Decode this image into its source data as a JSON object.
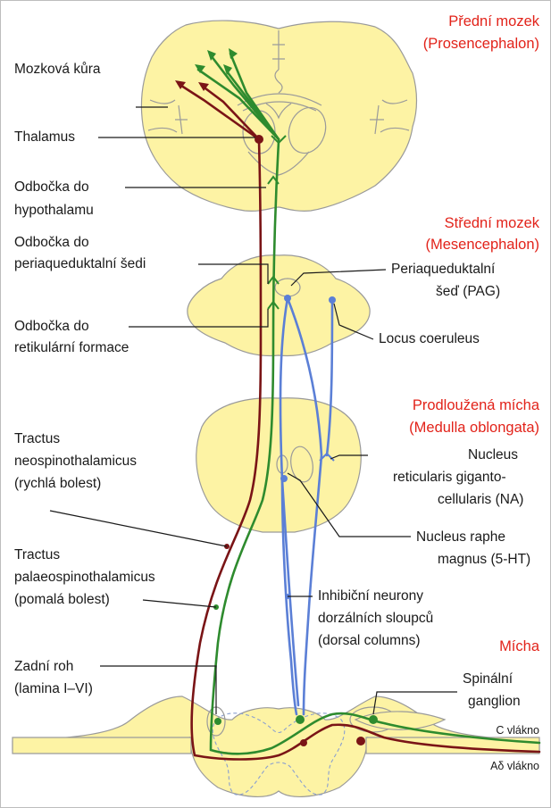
{
  "colors": {
    "tissue": "#fdf3a4",
    "outline": "#9a9a9a",
    "region_heading": "#e2231a",
    "fast_pain_fiber": "#7a1416",
    "slow_pain_fiber": "#2e8b2e",
    "inhibitory_fiber": "#5b7fd6"
  },
  "regions": {
    "forebrain": {
      "line1": "Přední mozek",
      "line2": "(Prosencephalon)"
    },
    "midbrain": {
      "line1": "Střední mozek",
      "line2": "(Mesencephalon)"
    },
    "medulla": {
      "line1": "Prodloužená mícha",
      "line2": "(Medulla oblongata)"
    },
    "spinal_cord": {
      "line1": "Mícha"
    }
  },
  "labels": {
    "cortex": "Mozková kůra",
    "thalamus": "Thalamus",
    "hypothalamus": {
      "line1": "Odbočka do",
      "line2": "hypothalamu"
    },
    "pag_branch": {
      "line1": "Odbočka do",
      "line2": "periaqueduktalní šedi"
    },
    "reticular": {
      "line1": "Odbočka do",
      "line2": "retikulární formace"
    },
    "pag": {
      "line1": "Periaqueduktalní",
      "line2": "šeď (PAG)"
    },
    "locus": "Locus coeruleus",
    "nrgc": {
      "line1": "Nucleus",
      "line2": "reticularis giganto-",
      "line3": "cellularis (NA)"
    },
    "raphe": {
      "line1": "Nucleus raphe",
      "line2": "magnus (5-HT)"
    },
    "neo": {
      "line1": "Tractus",
      "line2": "neospinothalamicus",
      "line3": "(rychlá bolest)"
    },
    "paleo": {
      "line1": "Tractus",
      "line2": "palaeospinothalamicus",
      "line3": "(pomalá bolest)"
    },
    "inhib": {
      "line1": "Inhibiční neurony",
      "line2": "dorzálních sloupců",
      "line3": "(dorsal columns)"
    },
    "horn": {
      "line1": "Zadní roh",
      "line2": "(lamina I–VI)"
    },
    "ganglion": {
      "line1": "Spinální",
      "line2": "ganglion"
    },
    "c_fiber": "C vlákno",
    "ad_fiber": "Aδ vlákno"
  }
}
